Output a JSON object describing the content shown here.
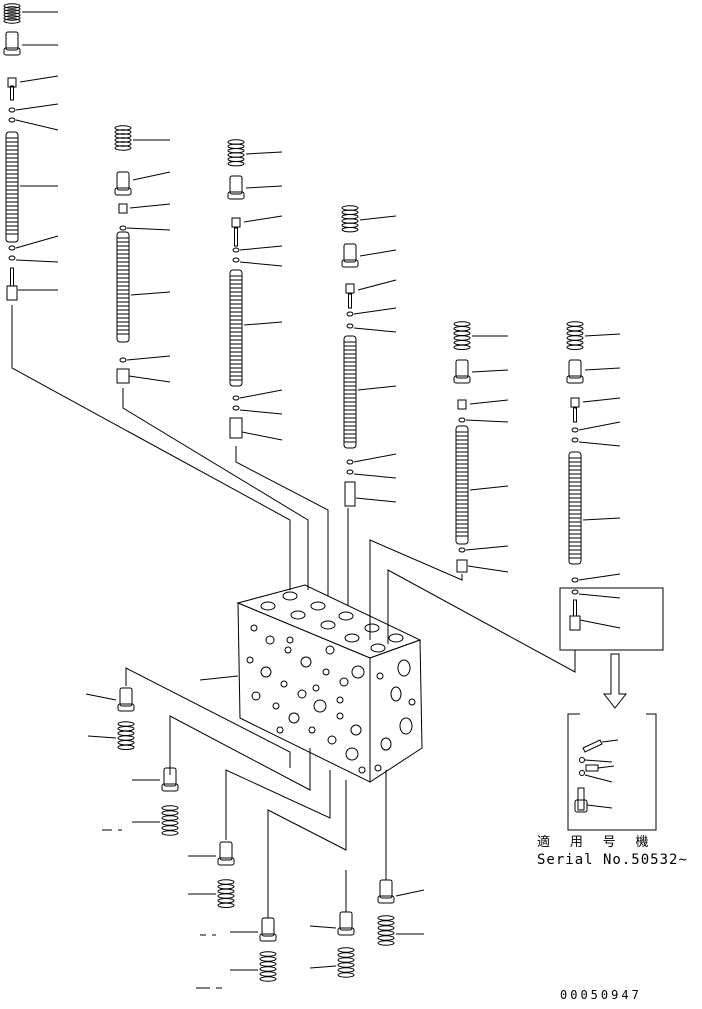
{
  "diagram": {
    "serial_note_line1": "適 用 号 機",
    "serial_note_line2": "Serial No.50532~",
    "drawing_code": "00050947"
  },
  "colors": {
    "ink": "#000000",
    "paper": "#ffffff"
  }
}
